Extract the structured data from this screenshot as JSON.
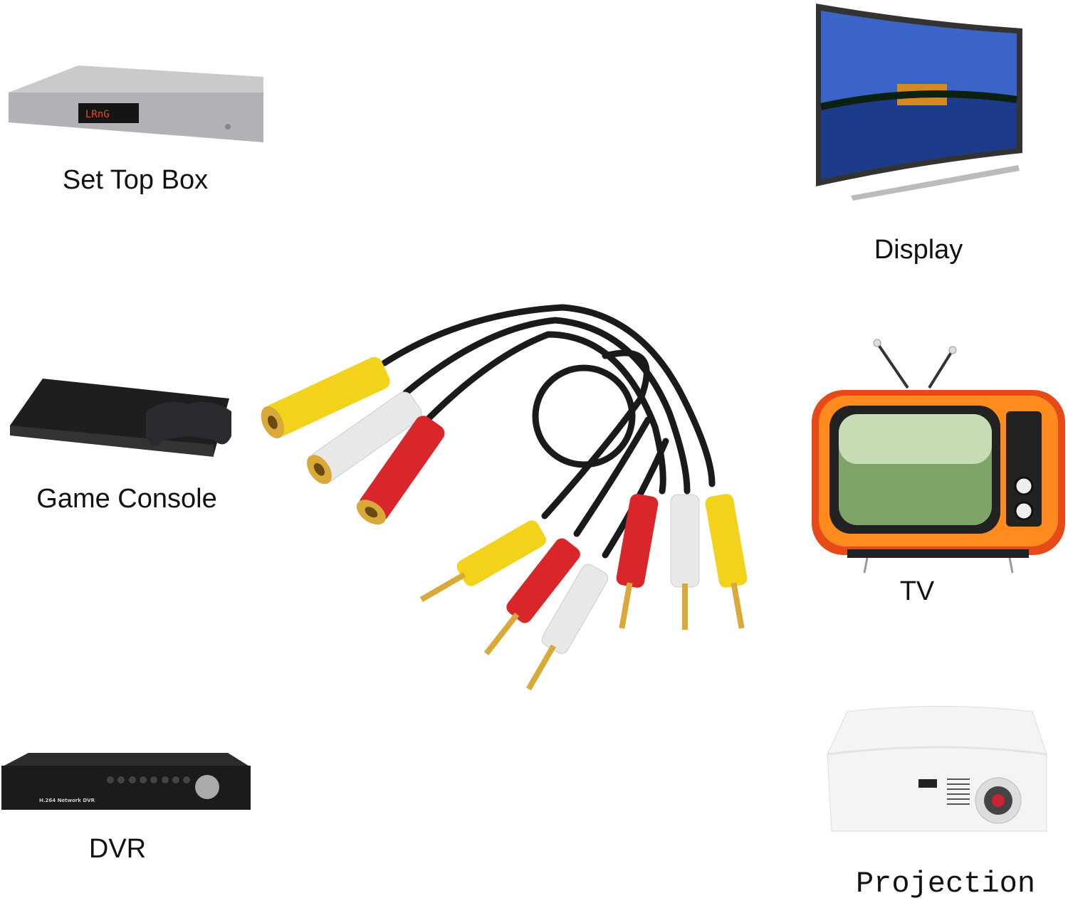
{
  "devices": [
    {
      "id": "set-top-box",
      "label": "Set Top Box",
      "display_text": "LRnG"
    },
    {
      "id": "display",
      "label": "Display"
    },
    {
      "id": "game-console",
      "label": "Game Console"
    },
    {
      "id": "tv",
      "label": "TV"
    },
    {
      "id": "dvr",
      "label": "DVR",
      "brand_text": "H.264 Network DVR"
    },
    {
      "id": "projection",
      "label": "Projection"
    }
  ],
  "cable": {
    "connector_colors": {
      "yellow": "#f2d21b",
      "white": "#e8e8e8",
      "red": "#d8262a",
      "gold": "#d9a93a",
      "cable": "#1a1a1a"
    }
  }
}
